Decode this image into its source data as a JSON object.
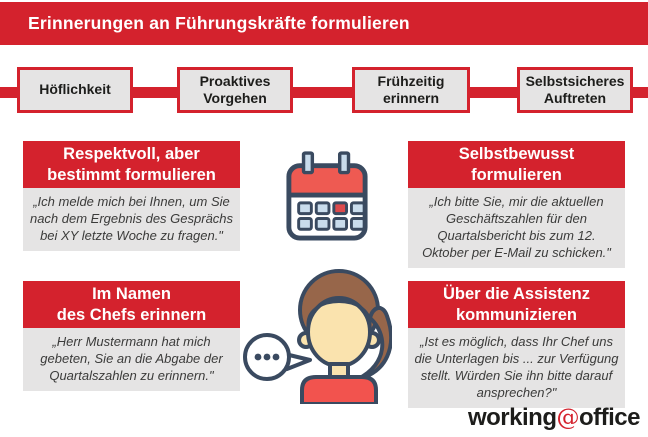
{
  "header": {
    "title": "Erinnerungen an Führungskräfte formulieren"
  },
  "process_steps": [
    {
      "label": "Höflichkeit"
    },
    {
      "label": "Proaktives\nVorgehen"
    },
    {
      "label": "Frühzeitig\nerinnern"
    },
    {
      "label": "Selbstsicheres\nAuftreten"
    }
  ],
  "blocks": {
    "top_left": {
      "title": "Respektvoll, aber\nbestimmt formulieren",
      "quote": "„Ich melde mich bei Ihnen, um Sie\nnach dem Ergebnis des Gesprächs\nbei XY letzte Woche zu fragen.\""
    },
    "top_right": {
      "title": "Selbstbewusst\nformulieren",
      "quote": "„Ich bitte Sie, mir die aktuellen\nGeschäftszahlen für den\nQuartalsbericht bis zum 12.\nOktober per E-Mail zu schicken.\""
    },
    "bottom_left": {
      "title": "Im Namen\ndes Chefs erinnern",
      "quote": "„Herr Mustermann hat mich\ngebeten, Sie an die Abgabe der\nQuartalszahlen zu erinnern.\""
    },
    "bottom_right": {
      "title": "Über die Assistenz\nkommunizieren",
      "quote": "„Ist es möglich, dass Ihr Chef uns\ndie Unterlagen bis ... zur Verfügung\nstellt. Würden Sie ihn bitte darauf\nansprechen?\""
    }
  },
  "icons": {
    "calendar": "calendar-icon",
    "assistant": "assistant-with-speech-bubble-icon"
  },
  "logo": {
    "word1": "working",
    "at": "@",
    "word2": "office"
  },
  "colors": {
    "brand_red": "#d4222d",
    "panel_gray": "#e5e4e4",
    "icon_navy": "#3a4a60",
    "icon_coral": "#ee5a52",
    "icon_light_blue": "#c9dcec",
    "calendar_day_red": "#dd4a4c",
    "hair_brown": "#97664a",
    "skin_tan": "#fae3ae",
    "text_dark": "#1d1d1b",
    "logo_black": "#1d1d1b"
  }
}
